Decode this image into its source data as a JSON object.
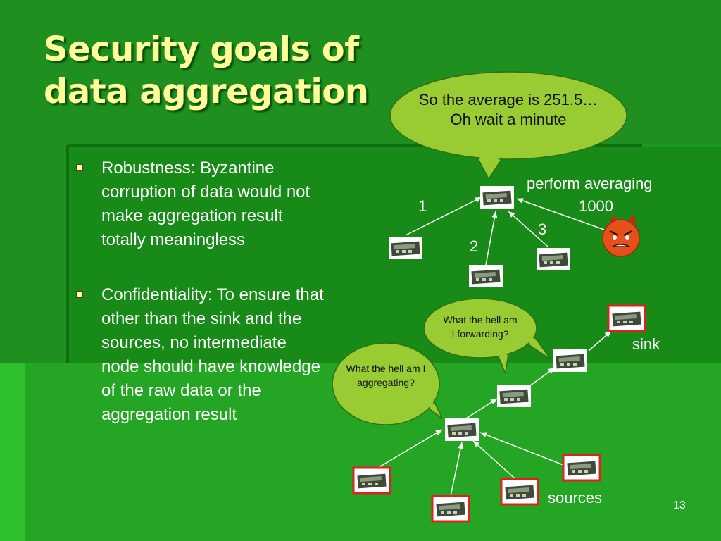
{
  "slide": {
    "title": "Security goals of data aggregation",
    "page_number": "13"
  },
  "bullets": [
    "Robustness: Byzantine corruption of data would not make aggregation result totally meaningless",
    "Confidentiality: To ensure that other than the sink and the sources, no intermediate node should have knowledge of the raw data or the aggregation result"
  ],
  "diagram_top": {
    "bubble_text": "So the average is 251.5…  Oh wait a minute",
    "perform_label": "perform averaging",
    "values": [
      "1",
      "2",
      "3",
      "1000"
    ]
  },
  "diagram_bottom": {
    "forwarding_bubble": "What the hell am I forwarding?",
    "aggregating_bubble": "What the hell am I aggregating?",
    "sink_label": "sink",
    "sources_label": "sources"
  },
  "colors": {
    "background": "#1f8f1f",
    "title": "#ffff99",
    "bubble_fill": "#99cc33",
    "source_border": "#e02020",
    "attacker": "#e8501a"
  }
}
